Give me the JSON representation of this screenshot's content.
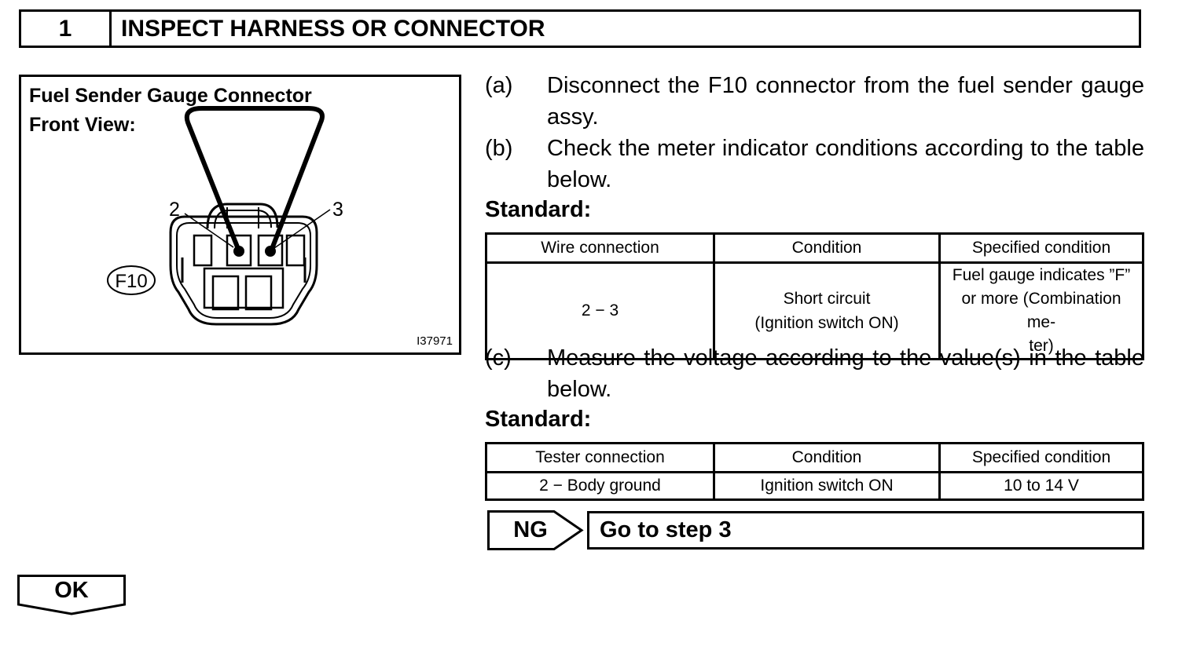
{
  "header": {
    "step_number": "1",
    "title": "INSPECT HARNESS OR CONNECTOR"
  },
  "figure": {
    "title_line1": "Fuel Sender Gauge Connector",
    "title_line2": "Front View:",
    "pin_left": "2",
    "pin_right": "3",
    "connector_id": "F10",
    "illustration_code": "I37971"
  },
  "steps": [
    {
      "label": "(a)",
      "text": "Disconnect the F10 connector from the fuel sender gauge assy."
    },
    {
      "label": "(b)",
      "text": "Check the meter indicator conditions according to the table below."
    },
    {
      "label": "(c)",
      "text": "Measure the voltage according to the value(s) in the table below."
    }
  ],
  "standard_label": "Standard:",
  "table1": {
    "headers": [
      "Wire connection",
      "Condition",
      "Specified condition"
    ],
    "row": {
      "c1": "2 − 3",
      "c2_line1": "Short circuit",
      "c2_line2": "(Ignition switch ON)",
      "c3_line1": "Fuel gauge indicates ”F”",
      "c3_line2": "or more (Combination me-",
      "c3_line3": "ter)"
    }
  },
  "table2": {
    "headers": [
      "Tester connection",
      "Condition",
      "Specified condition"
    ],
    "row": [
      "2 − Body ground",
      "Ignition switch ON",
      "10 to 14 V"
    ]
  },
  "ng": {
    "label": "NG",
    "action": "Go to step 3"
  },
  "ok": {
    "label": "OK"
  }
}
